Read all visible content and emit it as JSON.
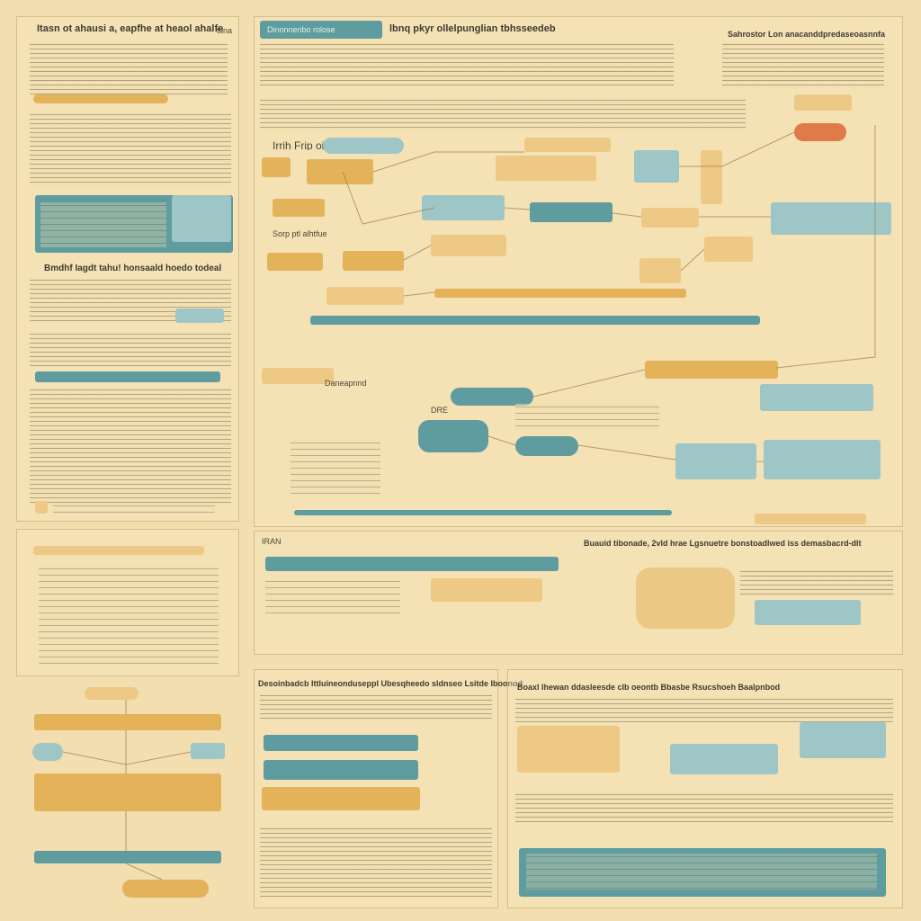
{
  "top_left": {
    "title": "Itasn ot ahausi a, eapfhe at heaol ahalfe",
    "badge": "tsna"
  },
  "center_top": {
    "banner": "Dinonnenbo rolose",
    "title": "lbnq pkyr ollelpunglian tbhsseedeb"
  },
  "top_right": {
    "title": "Sahrostor Lon anacanddpredaseoasnnfa"
  },
  "diagram": {
    "label_a": "Irrih Frip oil",
    "label_b": "Sorp ptl alhtfue",
    "label_c": "Daneapnnd",
    "label_d": "DRE"
  },
  "left_mid": {
    "title": "Bmdhf Iagdt tahu! honsaald hoedo todeal"
  },
  "bottom": {
    "mid_left_label": "IRAN",
    "mid_right_title": "Buauid tibonade, 2vld hrae Lgsnuetre bonstoadlwed iss demasbacrd-dlt"
  },
  "bottom_center": {
    "title": "Desoinbadcb Ittluineonduseppl Ubesqheedo sldnseo Lsitde Iboonod"
  },
  "bottom_right": {
    "title": "Boaxl Ihewan ddasleesde cIb oeontb Bbasbe Rsucshoeh Baalpnbod"
  }
}
